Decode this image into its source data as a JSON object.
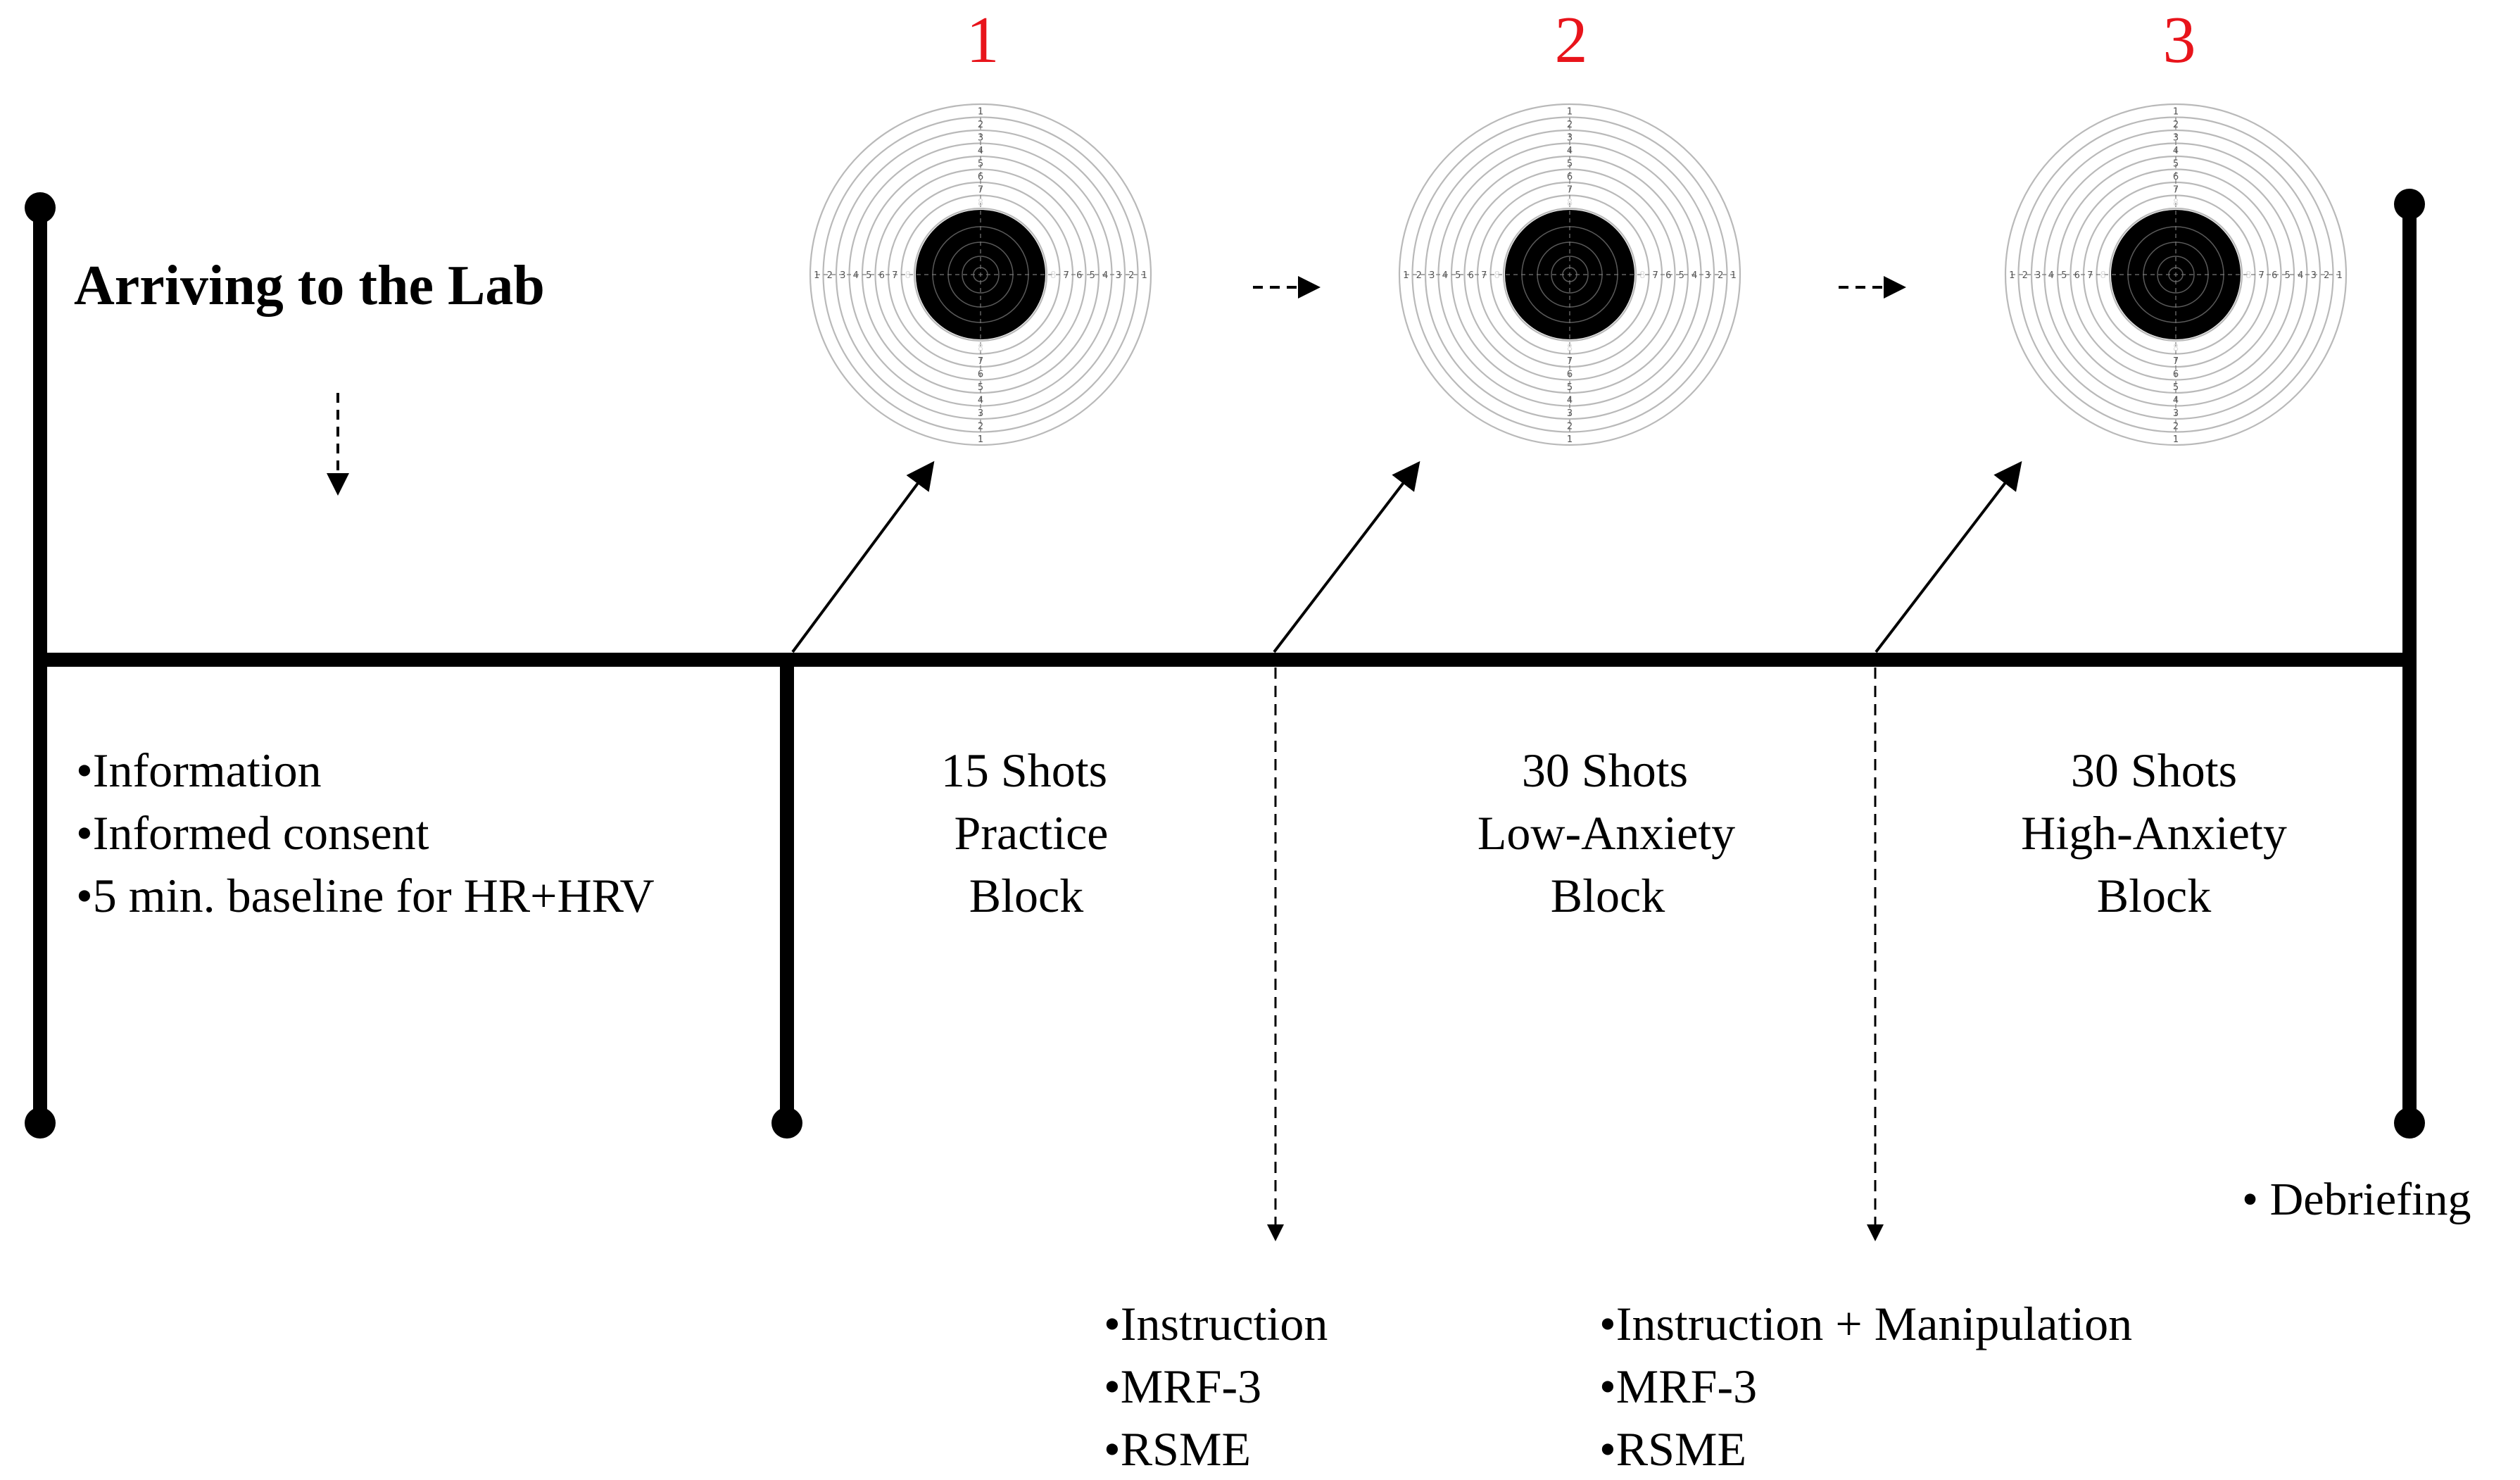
{
  "title": "Arriving to the Lab",
  "stage_numbers": [
    "1",
    "2",
    "3"
  ],
  "target": {
    "ring_numbers": [
      "1",
      "2",
      "3",
      "4",
      "5",
      "6",
      "7",
      "8"
    ]
  },
  "phases": {
    "lab": [
      "•Information",
      "•Informed consent",
      "•5 min. baseline for HR+HRV"
    ],
    "practice": [
      "15 Shots",
      "Practice",
      "Block"
    ],
    "low_anxiety": [
      "30 Shots",
      "Low-Anxiety",
      "Block"
    ],
    "high_anxiety": [
      "30 Shots",
      "High-Anxiety",
      "Block"
    ]
  },
  "between_blocks": {
    "first": [
      "•Instruction",
      "•MRF-3",
      "•RSME"
    ],
    "second": [
      "•Instruction + Manipulation",
      "•MRF-3",
      "•RSME"
    ]
  },
  "end": {
    "debriefing": "• Debriefing"
  },
  "colors": {
    "line": "#000000",
    "stage_number": "#e8141b",
    "target_ring": "#b9b9b9",
    "target_center": "#000000",
    "text": "#000000"
  }
}
